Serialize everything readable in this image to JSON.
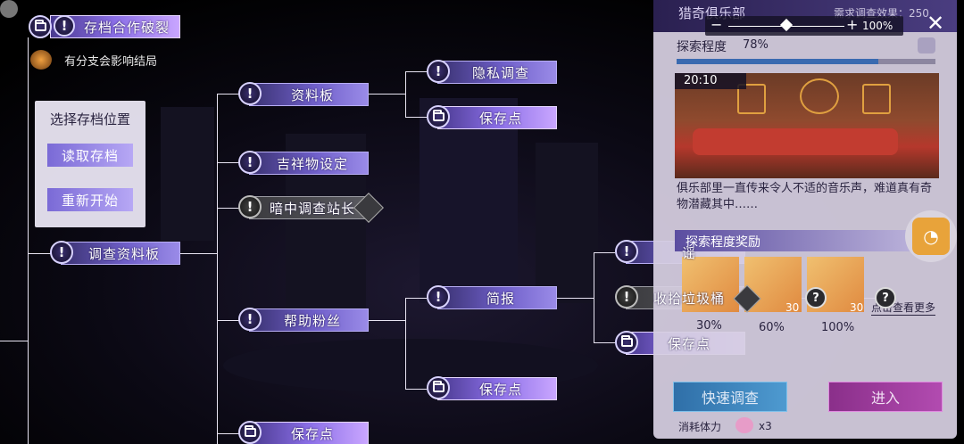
{
  "top_banner": {
    "title": "存档合作破裂",
    "branch_note": "有分支会影响结局"
  },
  "menu": {
    "title": "选择存档位置",
    "load_label": "读取存档",
    "restart_label": "重新开始"
  },
  "nodes": {
    "root": "调查资料板",
    "n1": "资料板",
    "n2": "吉祥物设定",
    "n3": "暗中调查站长",
    "n4": "帮助粉丝",
    "n5": "保存点",
    "n1a": "隐私调查",
    "n1b": "保存点",
    "n4a": "简报",
    "n4b": "保存点",
    "n4a1": "谣",
    "n4a2": "收拾垃圾桶",
    "n4a3": "保存点"
  },
  "panel": {
    "title": "猎奇俱乐部",
    "need_label": "需求调查效果：250",
    "zoom_minus": "−",
    "zoom_plus": "+",
    "zoom_value": "100%",
    "progress_label": "探索程度",
    "progress_value": "78%",
    "progress_fraction": 0.78,
    "scene_time": "20:10",
    "description": "俱乐部里一直传来令人不适的音乐声，难道真有奇物潜藏其中……",
    "reward_title": "探索程度奖励",
    "reward_pcts": [
      "30%",
      "60%",
      "100%"
    ],
    "reward_counts": [
      "30",
      "30"
    ],
    "more_label": "点击查看更多",
    "quick_btn": "快速调查",
    "enter_btn": "进入",
    "cost_label": "消耗体力",
    "cost_value": "x3"
  },
  "colors": {
    "node_purple": "#6f5fc9",
    "save_purple": "#b69af0",
    "panel_bg": "#d7d0e2",
    "chat_orange": "#e8a33a"
  },
  "icons": [
    "exclamation-icon",
    "folder-icon",
    "question-icon",
    "close-icon",
    "chat-icon",
    "magnifier-icon"
  ]
}
